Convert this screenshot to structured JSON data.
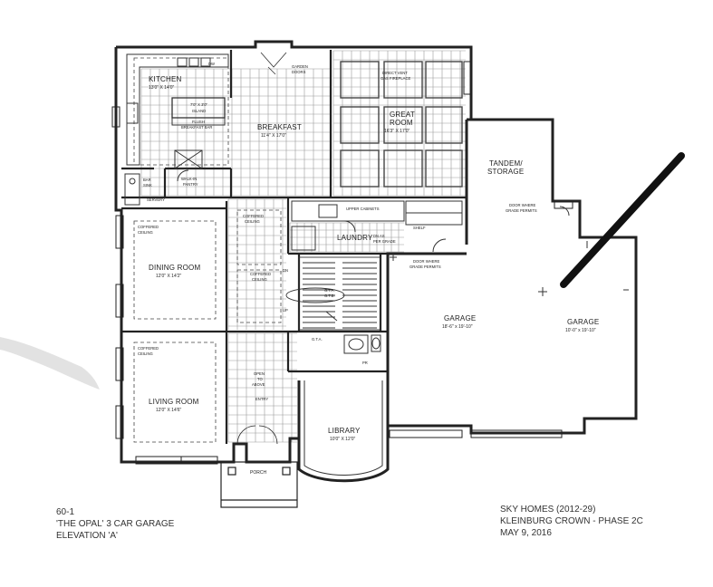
{
  "rooms": {
    "kitchen": {
      "name": "KITCHEN",
      "dim": "13'0\" X 14'0\""
    },
    "island": {
      "name": "7'0\" X 3'0\"",
      "sub": "ISLAND"
    },
    "flush_bar": {
      "line1": "FLUSH",
      "line2": "BREAKFAST BAR"
    },
    "breakfast": {
      "name": "BREAKFAST",
      "dim": "11'4\" X 17'0\""
    },
    "great_room": {
      "name1": "GREAT",
      "name2": "ROOM",
      "dim": "16'3\" X 17'0\""
    },
    "fireplace": {
      "line1": "DIRECT VENT",
      "line2": "GAS FIREPLACE"
    },
    "garden_doors": {
      "line1": "GARDEN",
      "line2": "DOORS"
    },
    "walkin_pantry": {
      "line1": "WALK-IN",
      "line2": "PANTRY"
    },
    "servery": {
      "name": "SERVERY",
      "note1": "BAR",
      "note2": "SINK"
    },
    "coffered1": {
      "line1": "COFFERED",
      "line2": "CEILING"
    },
    "coffered2": {
      "line1": "COFFERED",
      "line2": "CEILING"
    },
    "coffered3": {
      "line1": "COFFERED",
      "line2": "CEILING"
    },
    "coffered4": {
      "line1": "COFFERED",
      "line2": "CEILING"
    },
    "laundry": {
      "name": "LAUNDRY",
      "upper": "UPPER CABINETS",
      "dn": "DN AS",
      "permits1": "PER GRADE"
    },
    "shelf": "SHELF",
    "dining": {
      "name": "DINING ROOM",
      "dim": "12'0\" X 14'2\""
    },
    "living": {
      "name": "LIVING ROOM",
      "dim": "12'0\" X 14'6\""
    },
    "stair": {
      "line1": "G.T.A.",
      "line2": "G.T.B.",
      "up": "UP",
      "dn": "DN"
    },
    "entry": {
      "open1": "OPEN",
      "open2": "TO",
      "open3": "ABOVE",
      "name": "ENTRY"
    },
    "pr": "PR",
    "library": {
      "name": "LIBRARY",
      "dim": "10'0\" X 12'0\""
    },
    "porch": "PORCH",
    "tandem": {
      "name1": "TANDEM/",
      "name2": "STORAGE"
    },
    "door_grade1": {
      "line1": "DOOR WHERE",
      "line2": "GRADE PERMITS"
    },
    "door_grade2": {
      "line1": "DOOR WHERE",
      "line2": "GRADE PERMITS"
    },
    "garage1": {
      "name": "GARAGE",
      "dim": "18'-6\" x 19'-10\""
    },
    "garage2": {
      "name": "GARAGE",
      "dim": "10'-0\" x 19'-10\""
    },
    "dw": "DW",
    "gta_side": "G.T.A."
  },
  "caption_left": {
    "line1": "60-1",
    "line2": "'THE OPAL' 3 CAR GARAGE",
    "line3": "ELEVATION 'A'"
  },
  "caption_right": {
    "line1": "SKY HOMES (2012-29)",
    "line2": "KLEINBURG CROWN - PHASE 2C",
    "line3": "MAY 9, 2016"
  }
}
